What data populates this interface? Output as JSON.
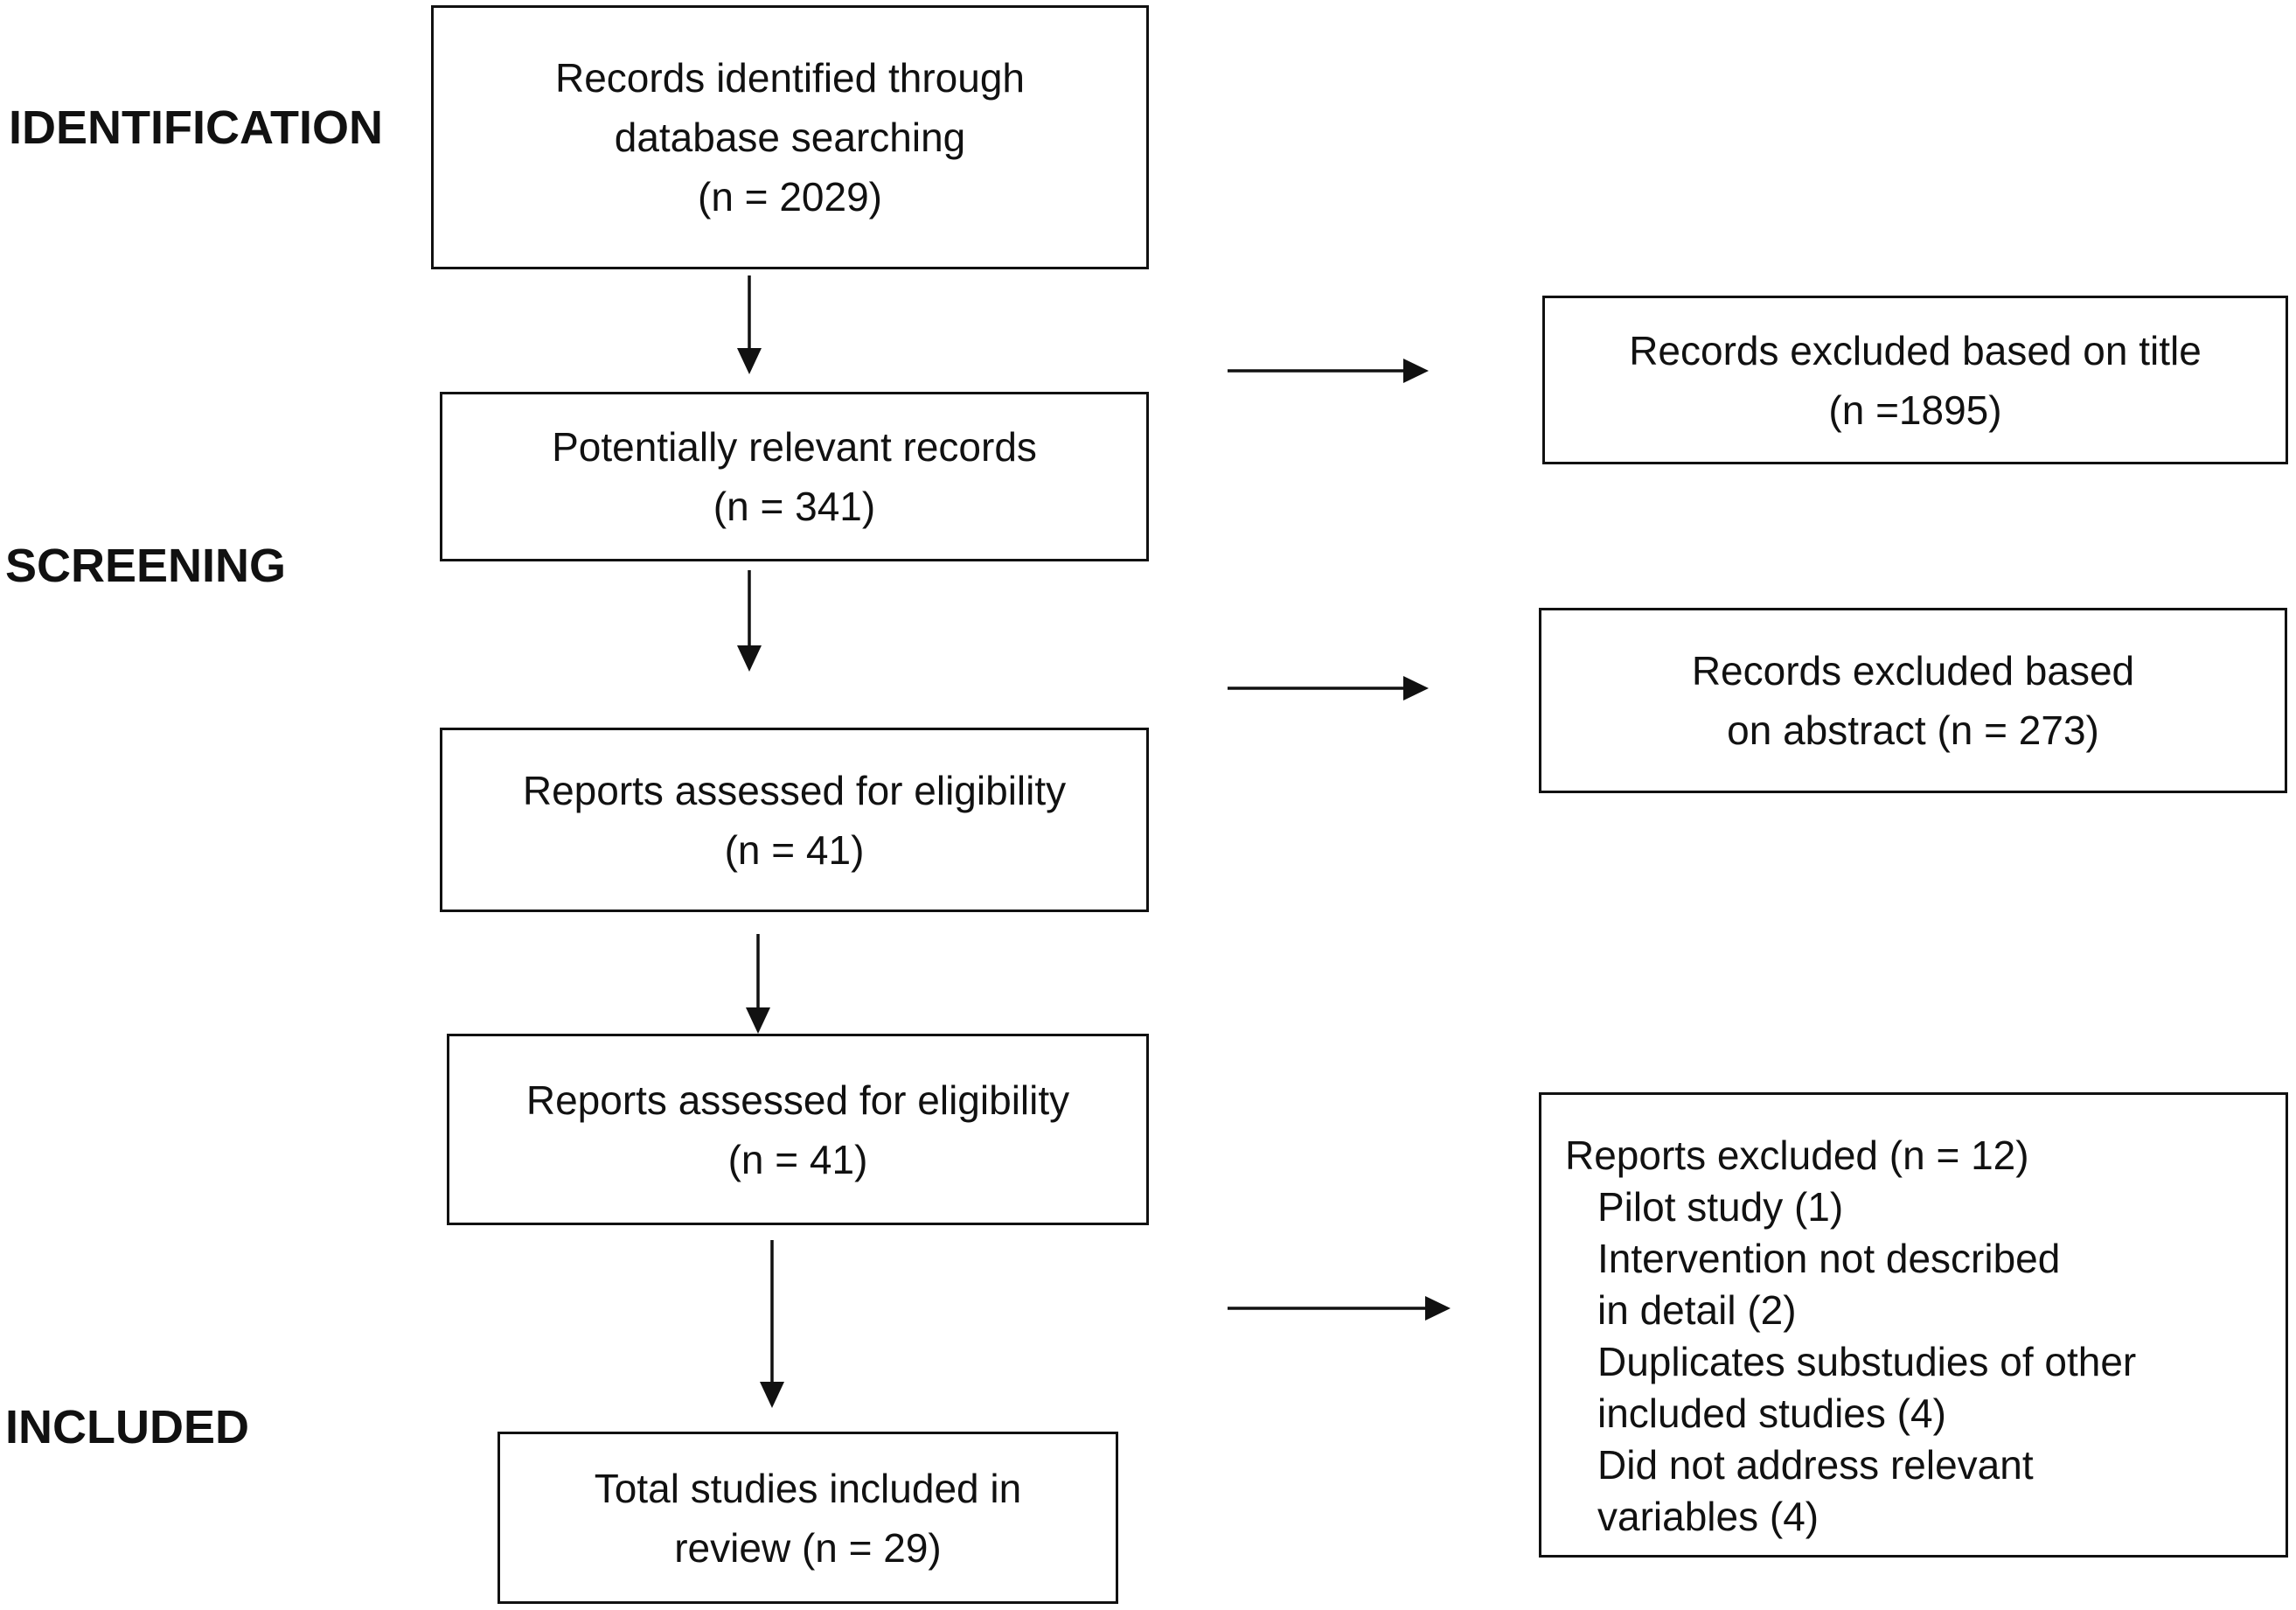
{
  "stages": {
    "identification": "IDENTIFICATION",
    "screening": "SCREENING",
    "included": "INCLUDED"
  },
  "flow": [
    {
      "lines": [
        "Records identified through",
        "database searching",
        "(n = 2029)"
      ]
    },
    {
      "lines": [
        "Potentially relevant records",
        "(n = 341)"
      ]
    },
    {
      "lines": [
        "Reports assessed for eligibility",
        "(n = 41)"
      ]
    },
    {
      "lines": [
        "Reports assessed for eligibility",
        "(n = 41)"
      ]
    },
    {
      "lines": [
        "Total studies included in",
        "review (n = 29)"
      ]
    }
  ],
  "exclusions": [
    {
      "lines": [
        "Records excluded based on title",
        "(n =1895)"
      ]
    },
    {
      "lines": [
        "Records excluded based",
        "on abstract (n = 273)"
      ]
    },
    {
      "heading": "Reports excluded (n = 12)",
      "reasons": [
        "Pilot study (1)",
        "Intervention not described",
        "in detail (2)",
        "Duplicates substudies of other",
        "included studies (4)",
        "Did not address relevant",
        "variables (4)"
      ]
    }
  ]
}
